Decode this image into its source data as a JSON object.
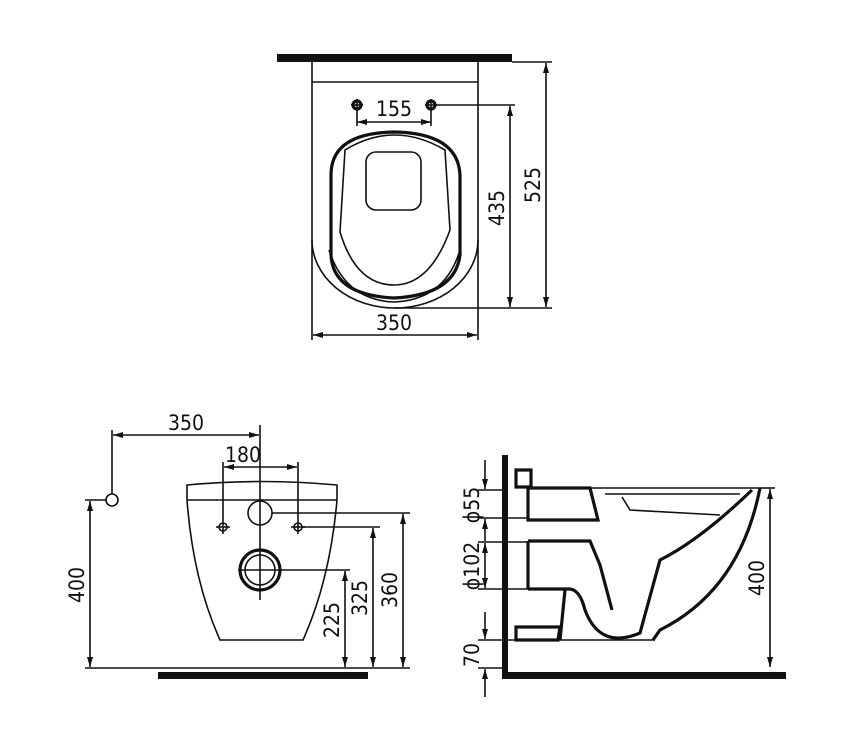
{
  "top_view": {
    "width": "350",
    "hole_spacing": "155",
    "fixing_depth": "435",
    "total_depth": "525"
  },
  "front_view": {
    "wall_offset": "350",
    "hole_spacing": "180",
    "height": "400",
    "outlet_height": "225",
    "fixing_height": "325",
    "inlet_height": "360"
  },
  "side_view": {
    "inlet_diameter": "ϕ55",
    "outlet_diameter": "ϕ102",
    "floor_gap": "70",
    "height": "400"
  },
  "colors": {
    "line": "#111111",
    "background": "#ffffff"
  }
}
